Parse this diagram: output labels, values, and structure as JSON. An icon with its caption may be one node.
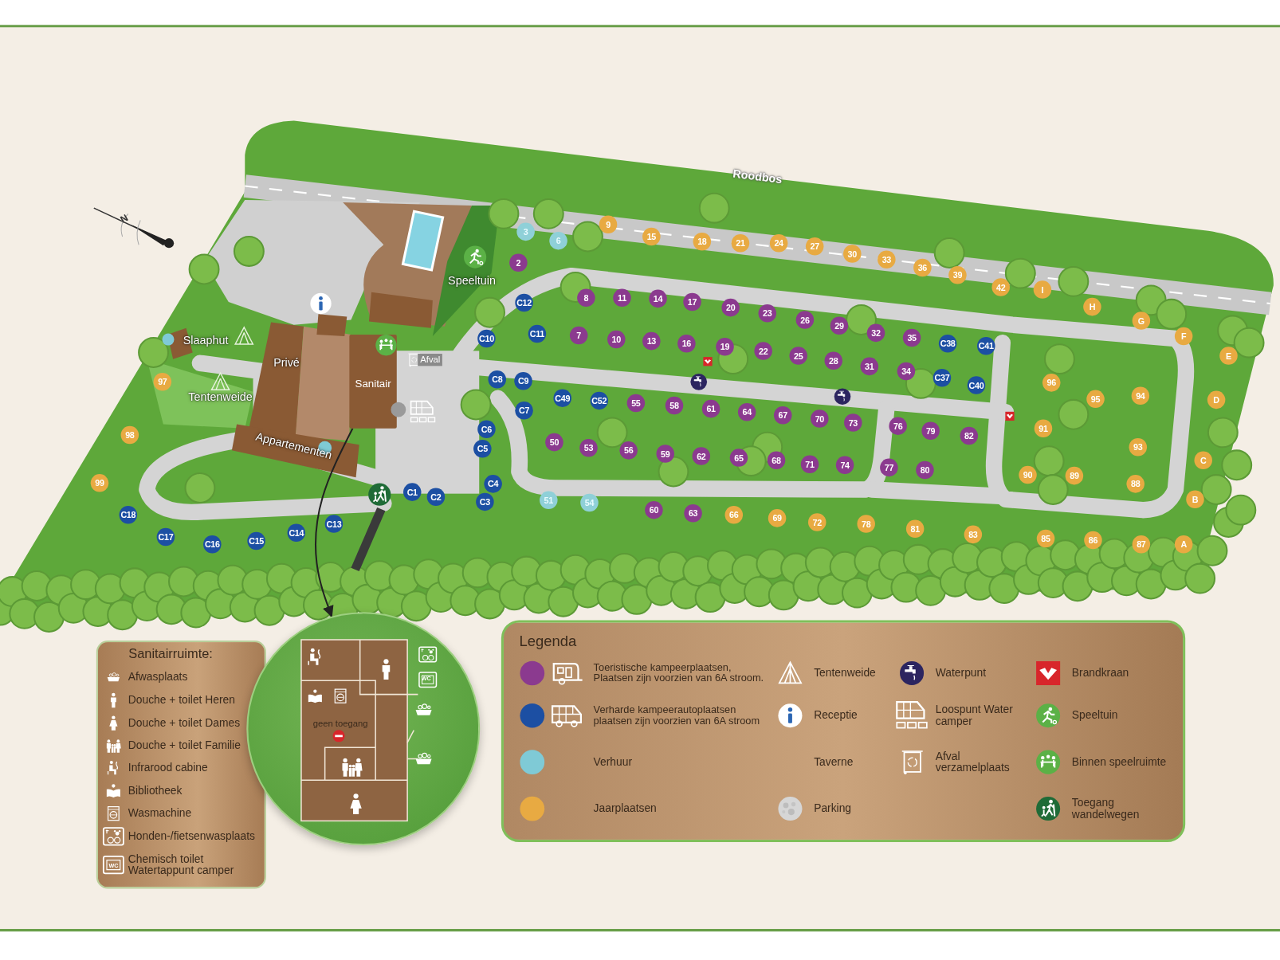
{
  "diagram": {
    "nodes": [
      {
        "text": [
          "Sanitair"
        ]
      },
      {
        "text": [
          "geen toegang"
        ]
      }
    ],
    "edges": [
      {
        "from": 0,
        "to": 1,
        "arrow": "to"
      }
    ],
    "labels": [
      "Roodbos",
      "Speeltuin",
      "Slaaphut",
      "Privé",
      "Afval",
      "Tentenweide",
      "Appartementen",
      "N",
      "Sanitairruimte:",
      "Legenda",
      "9",
      "15",
      "18",
      "21",
      "24",
      "27",
      "30",
      "33",
      "36",
      "39",
      "42",
      "I",
      "H",
      "G",
      "F",
      "E",
      "3",
      "6",
      "2",
      "C12",
      "8",
      "11",
      "14",
      "17",
      "20",
      "23",
      "26",
      "29",
      "32",
      "35",
      "C38",
      "C41",
      "C10",
      "C11",
      "7",
      "10",
      "13",
      "16",
      "19",
      "22",
      "25",
      "28",
      "31",
      "34",
      "C37",
      "C40",
      "96",
      "95",
      "94",
      "97",
      "C8",
      "C9",
      "C49",
      "C52",
      "55",
      "58",
      "61",
      "64",
      "67",
      "70",
      "73",
      "D",
      "C7",
      "76",
      "79",
      "82",
      "91",
      "93",
      "98",
      "C6",
      "50",
      "53",
      "56",
      "59",
      "62",
      "65",
      "68",
      "71",
      "74",
      "C5",
      "77",
      "80",
      "C",
      "99",
      "C1",
      "C2",
      "C3",
      "C4",
      "51",
      "54",
      "90",
      "89",
      "88",
      "B",
      "60",
      "63",
      "66",
      "69",
      "72",
      "78",
      "81",
      "83",
      "85",
      "86",
      "87",
      "A",
      "C18",
      "C13",
      "C14",
      "C15",
      "C17",
      "C16",
      "WC",
      "WC"
    ],
    "legend": [
      {
        "text": "Afwasplaats"
      },
      {
        "text": "Douche + toilet Heren"
      },
      {
        "text": "Douche + toilet Dames"
      },
      {
        "text": "Douche + toilet Familie"
      },
      {
        "text": "Infrarood cabine"
      },
      {
        "text": "Bibliotheek"
      },
      {
        "text": "Wasmachine"
      },
      {
        "text": "Honden-/fietsenwasplaats"
      },
      {
        "text": "Chemisch toilet Watertappunt camper"
      },
      {
        "text": "Toeristische kampeerplaatsen, Plaatsen zijn voorzien van 6A stroom.",
        "color": "#8b3a8f"
      },
      {
        "text": "Tentenweide"
      },
      {
        "text": "Waterpunt"
      },
      {
        "text": "Brandkraan"
      },
      {
        "text": "Verharde kampeerautoplaatsen plaatsen zijn voorzien van 6A stroom",
        "color": "#1c4fa3"
      },
      {
        "text": "Receptie"
      },
      {
        "text": "Loospunt Water camper"
      },
      {
        "text": "Speeltuin"
      },
      {
        "text": "Verhuur",
        "color": "#7fcad6"
      },
      {
        "text": "Taverne"
      },
      {
        "text": "Afval verzamelplaats"
      },
      {
        "text": "Binnen speelruimte"
      },
      {
        "text": "Jaarplaatsen",
        "color": "#e8aa42"
      },
      {
        "text": "Parking"
      },
      {
        "text": "Toegang wandelwegen"
      }
    ]
  }
}
